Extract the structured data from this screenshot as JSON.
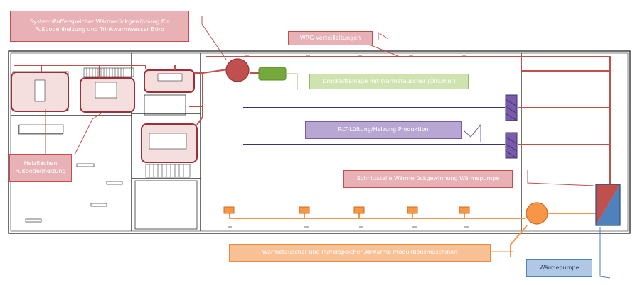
{
  "labels": {
    "buffer_storage": "System-Pufferspeicher Wärmerückgewinnung für Fußbodenheizung und Trinkwarmwasser Büro",
    "wrg_lines": "WRG-Verteilleitungen",
    "compressor": "Druckluftanlage mit Wärmetauscher (Ölkühler)",
    "rlt": "RLT-Lüftung/Heizung Produktion",
    "interface": "Schnittstelle Wärmerückgewinnung Wärmepumpe",
    "floor_heating": "Heizflächen Fußbodenheizung",
    "exchangers": "Wärmetauscher und Pufferspeicher Abwärme Produktionsmaschinen",
    "heat_pump": "Wärmepumpe"
  },
  "colors": {
    "heat_red": "#c0504d",
    "label_red": "#e7b1b5",
    "green": "#9bbb59",
    "violet": "#7a5ba8",
    "orange": "#f79646",
    "blue": "#4f81bd",
    "wall": "#333333"
  },
  "icons": {
    "buffer_tank": "circle-tank-icon",
    "compressor": "rounded-rect-compressor-icon",
    "ventilation_unit": "hatched-register-icon",
    "machine_exchanger": "small-square-exchanger-icon",
    "heat_pump": "split-square-heatpump-icon"
  }
}
